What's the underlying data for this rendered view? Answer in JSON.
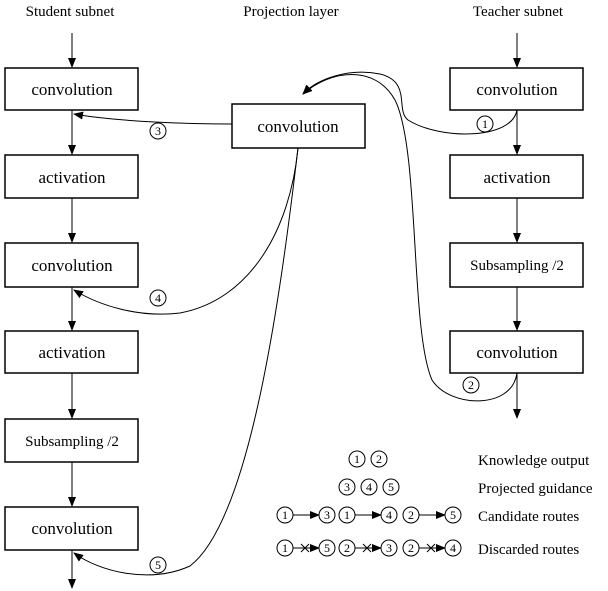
{
  "headers": {
    "student": "Student subnet",
    "projection": "Projection layer",
    "teacher": "Teacher subnet"
  },
  "student_layers": [
    "convolution",
    "activation",
    "convolution",
    "activation",
    "Subsampling /2",
    "convolution"
  ],
  "projection_layers": [
    "convolution"
  ],
  "teacher_layers": [
    "convolution",
    "activation",
    "Subsampling /2",
    "convolution"
  ],
  "route_markers": [
    "1",
    "2",
    "3",
    "4",
    "5"
  ],
  "legend": {
    "knowledge_output": {
      "label": "Knowledge output",
      "markers": [
        "1",
        "2"
      ]
    },
    "projected_guidance": {
      "label": "Projected guidance",
      "markers": [
        "3",
        "4",
        "5"
      ]
    },
    "candidate_routes": {
      "label": "Candidate routes",
      "routes": [
        [
          "1",
          "3"
        ],
        [
          "1",
          "4"
        ],
        [
          "2",
          "5"
        ]
      ]
    },
    "discarded_routes": {
      "label": "Discarded routes",
      "routes": [
        [
          "1",
          "5"
        ],
        [
          "2",
          "3"
        ],
        [
          "2",
          "4"
        ]
      ]
    }
  }
}
